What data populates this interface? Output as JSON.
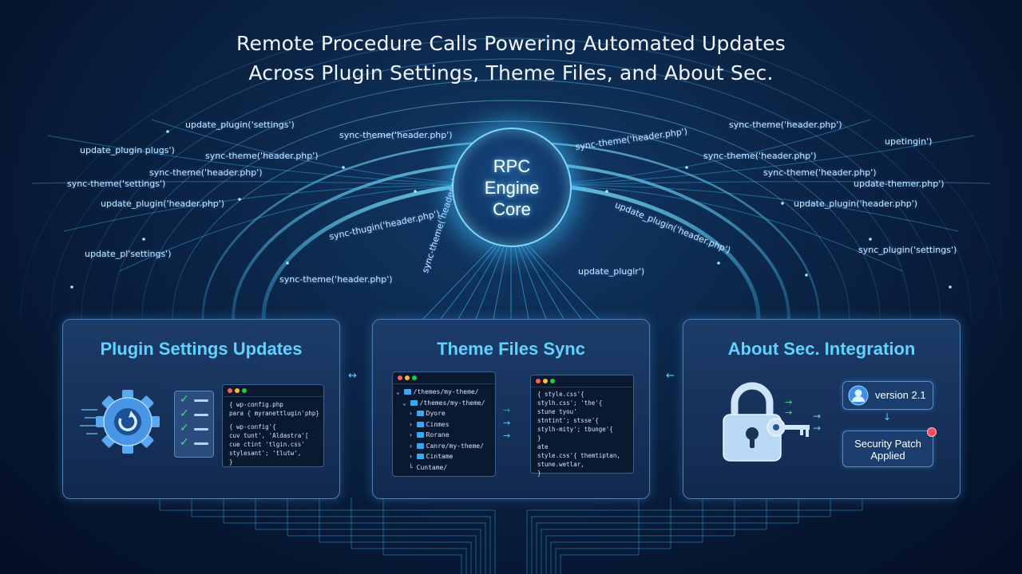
{
  "title": {
    "line1": "Remote Procedure Calls Powering Automated Updates",
    "line2": "Across Plugin Settings, Theme Files, and About Sec."
  },
  "core": {
    "line1": "RPC",
    "line2": "Engine",
    "line3": "Core"
  },
  "rpc_labels": [
    "update_plugin('settings')",
    "update_plugin plugs')",
    "sync-theme('header.php')",
    "sync-theme('header.php')",
    "sync-theme('header.php')",
    "sync-theme('settings')",
    "update_plugin('header.php')",
    "update_pl'settings')",
    "sync-thugin('header.php')",
    "sync-theme('header.php')",
    "sync-theme('header.php')",
    "upetingin')",
    "sync-theme('header.php')",
    "sync-theme('header.php')",
    "update-themer.php')",
    "update_plugin('header.php')",
    "sync-theme('header.php')",
    "sync_plugin('settings')",
    "update_plugir')",
    "update_plugin('header.php')",
    "sync-theme('header.php')"
  ],
  "cards": {
    "plugin": {
      "title": "Plugin Settings Updates",
      "code_lines": [
        "{ wp-config.php",
        "para { myranettlugin'php}",
        "",
        "{ wp-config'{",
        "   cuv tunt', 'Aldastra'[",
        "   cue ctint 'tlgin.css'",
        "   stylesant'; 'tlutw',",
        "}"
      ]
    },
    "theme": {
      "title": "Theme Files Sync",
      "tree": [
        "/themes/my-theme/",
        "/themes/my-theme/",
        "Dyore",
        "Cinmes",
        "Rorane",
        "Canre/my-theme/",
        "Cintame",
        "Cuntame/"
      ],
      "code_lines": [
        "{ style.css'{",
        "  stylh.css'; 'the'{",
        "    stune tyou'",
        "    stntint'; stsse'{",
        "    stylh-mity'; tbunge'{",
        "}",
        "ate",
        "  style.css'{ themtiptan,",
        "    stune.wetlar,",
        "}"
      ]
    },
    "security": {
      "title": "About Sec. Integration",
      "version": "version 2.1",
      "patch_line1": "Security Patch",
      "patch_line2": "Applied"
    }
  },
  "colors": {
    "accent": "#5fd2ff",
    "check": "#44e08a",
    "alert": "#ff4a5a"
  },
  "icons": [
    "gear-icon",
    "checklist-icon",
    "folder-icon",
    "lock-icon",
    "key-icon",
    "user-icon",
    "arrow-icon"
  ]
}
